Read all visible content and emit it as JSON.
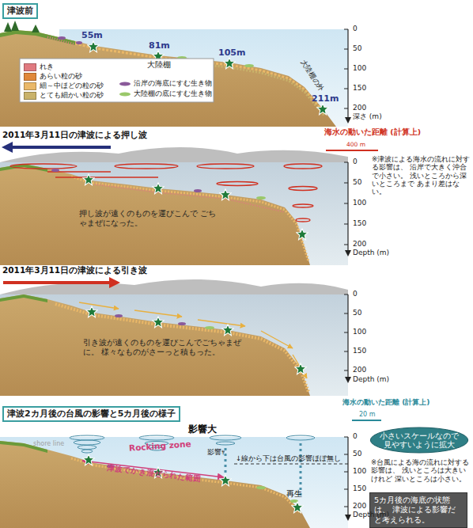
{
  "diagram": {
    "nodes": [
      {
        "text": [
          "津波前"
        ]
      },
      {
        "text": [
          "津波2カ月後の台風の影響と5カ月後の様子"
        ]
      },
      {
        "text": [
          "小さいスケールなので 見やすいように拡大"
        ]
      },
      {
        "text": [
          "5カ月後の海底の状態は、 津波による影響だと考えられる。"
        ]
      }
    ],
    "labels": [
      "55m",
      "81m",
      "105m",
      "211m",
      "大陸棚",
      "大陸棚の外",
      "0",
      "50",
      "100",
      "150",
      "200",
      "深さ (m)",
      "2011年3月11日の津波による押し波",
      "海水の動いた距離 (計算上)",
      "400 m",
      "※津波による海水の流れに対する影響は、 沿岸で大きく沖合で小さい。 浅いところから深いところまで あまり差はない。",
      "押し波が遠くのものを運びこんで ごちゃまぜになった。",
      "0",
      "50",
      "100",
      "150",
      "200",
      "Depth (m)",
      "2011年3月11日の津波による引き波",
      "引き波が遠くのものを運びこんでごちゃまぜに。 様々なものがさーっと積もった。",
      "0",
      "50",
      "100",
      "150",
      "200",
      "Depth (m)",
      "shore line",
      "影響大",
      "Rocking zone",
      "影響ｬ",
      "↓線から下は台風の影響ほぼ無し",
      "津波でかき混ぜられた範囲",
      "再生",
      "海水の動いた距離 (計算上)",
      "20 m",
      "※台風による海の流れに対する影響は、 浅いところは大きいけれど 深いところは小さい。",
      "0",
      "50",
      "100",
      "150",
      "200",
      "Depth (m)"
    ],
    "legend": [
      {
        "text": "れき",
        "color": "#e07a80"
      },
      {
        "text": "あらい粒の砂",
        "color": "#e0883a"
      },
      {
        "text": "細～中ほどの粒の砂",
        "color": "#eab868"
      },
      {
        "text": "とても細かい粒の砂",
        "color": "#c9b26a"
      },
      {
        "text": "沿岸の海底にすむ生き物"
      },
      {
        "text": "大陸棚の底にすむ生き物"
      }
    ]
  }
}
